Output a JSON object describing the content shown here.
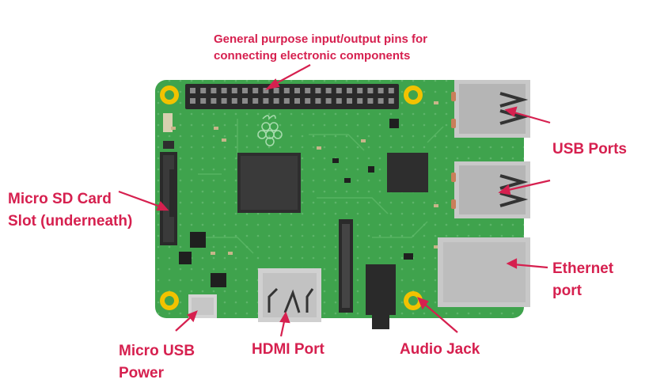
{
  "labels": {
    "gpio": "General purpose input/output pins for\nconnecting electronic components",
    "usb_ports": "USB Ports",
    "ethernet": "Ethernet\nport",
    "micro_sd": "Micro SD Card\nSlot (underneath)",
    "micro_usb": "Micro USB\nPower",
    "hdmi": "HDMI Port",
    "audio": "Audio Jack"
  },
  "colors": {
    "board": "#3fa34d",
    "board_dark": "#2f8a3d",
    "label": "#d6204f",
    "chip": "#2e2e2e",
    "port_metal": "#c8c8c8",
    "mount_hole": "#f2c200"
  }
}
